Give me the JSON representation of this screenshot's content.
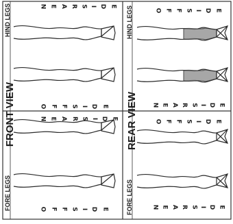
{
  "panels": {
    "front_view": {
      "title": "FRONT VIEW"
    },
    "rear_view": {
      "title": "REAR VIEW"
    },
    "hind_legs_left": "HIND LEGS",
    "hind_legs_right": "HIND LEGS",
    "fore_legs_left": "FORE LEGS",
    "fore_legs_right": "FORE LEGS"
  },
  "side_labels": {
    "nearside": "NEARSIDE",
    "offside": "OFFSIDE"
  },
  "colors": {
    "ink": "#1c1c1c",
    "shade": "#8a8a8a",
    "paper": "#ffffff"
  }
}
